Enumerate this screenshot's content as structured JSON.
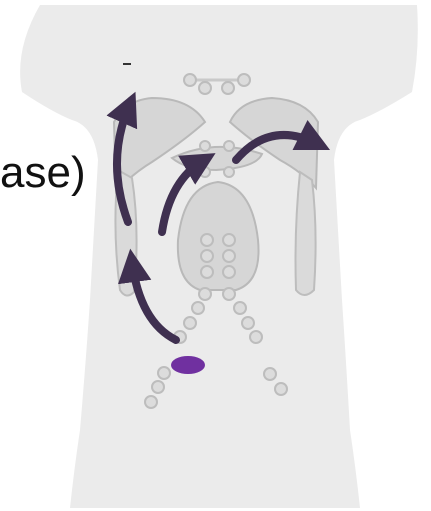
{
  "caption": {
    "text": "ase)"
  },
  "colors": {
    "silhouette": "#ebebeb",
    "organ_fill": "#d6d6d6",
    "organ_stroke": "#b9b9b9",
    "node_fill": "#dcdcdc",
    "node_stroke": "#bdbdbd",
    "arrow": "#3f3050",
    "primary_site": "#7030a0"
  },
  "icons": {
    "body": "human-torso-silhouette",
    "arrow": "curved-spread-arrow",
    "primary": "primary-tumor-ellipse"
  }
}
